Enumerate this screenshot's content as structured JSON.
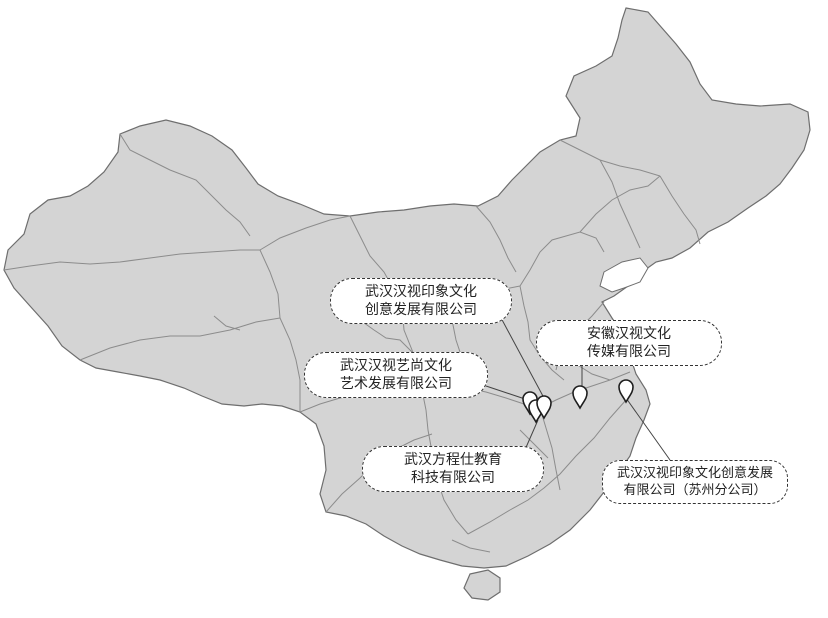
{
  "colors": {
    "land": "#d4d4d4",
    "border": "#8c8c8c",
    "outline": "#6e6e6e",
    "marker_fill": "#ffffff",
    "marker_stroke": "#1e1e1e",
    "leader": "#444444"
  },
  "offices": [
    {
      "id": "wuhan-yinxiang",
      "line1": "武汉汉视印象文化",
      "line2": "创意发展有限公司",
      "marker_icon": "map-pin-icon"
    },
    {
      "id": "anhui",
      "line1": "安徽汉视文化",
      "line2": "传媒有限公司",
      "marker_icon": "map-pin-icon"
    },
    {
      "id": "wuhan-art",
      "line1": "武汉汉视艺尚文化",
      "line2": "艺术发展有限公司",
      "marker_icon": "map-pin-icon"
    },
    {
      "id": "wuhan-edu",
      "line1": "武汉方程仕教育",
      "line2": "科技有限公司",
      "marker_icon": "map-pin-icon"
    },
    {
      "id": "suzhou",
      "line1": "武汉汉视印象文化创意发展",
      "line2": "有限公司（苏州分公司）",
      "marker_icon": "map-pin-icon"
    }
  ]
}
